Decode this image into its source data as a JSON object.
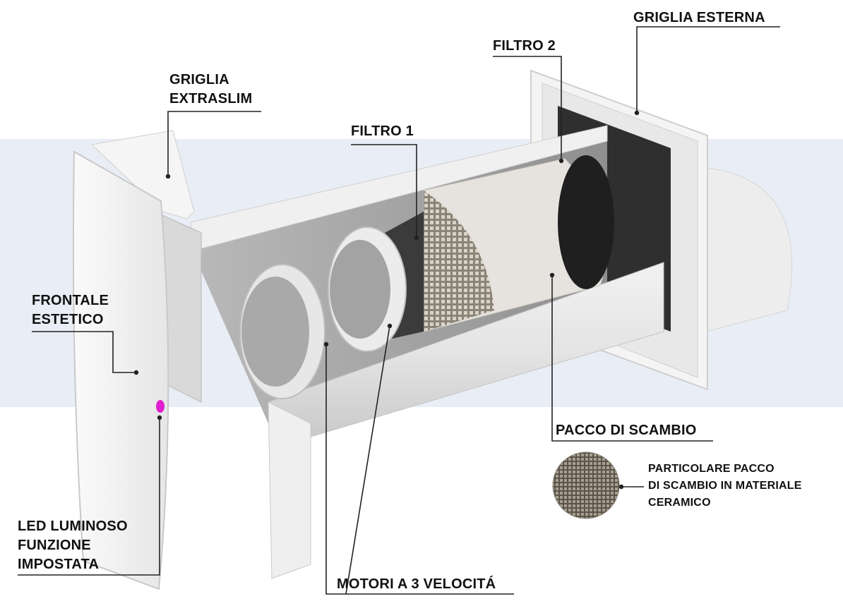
{
  "labels": {
    "griglia_extraslim": "GRIGLIA\nEXTRASLIM",
    "filtro_1": "FILTRO 1",
    "filtro_2": "FILTRO 2",
    "griglia_esterna": "GRIGLIA ESTERNA",
    "frontale_estetico": "FRONTALE\nESTETICO",
    "led_luminoso": "LED LUMINOSO\nFUNZIONE\nIMPOSTATA",
    "motori": "MOTORI A 3 VELOCITÁ",
    "pacco_di_scambio": "PACCO DI SCAMBIO",
    "particolare": "PARTICOLARE PACCO\nDI SCAMBIO IN MATERIALE\nCERAMICO"
  },
  "colors": {
    "band": "#e9edf5",
    "led": "#e020d0",
    "leader": "#222222"
  }
}
